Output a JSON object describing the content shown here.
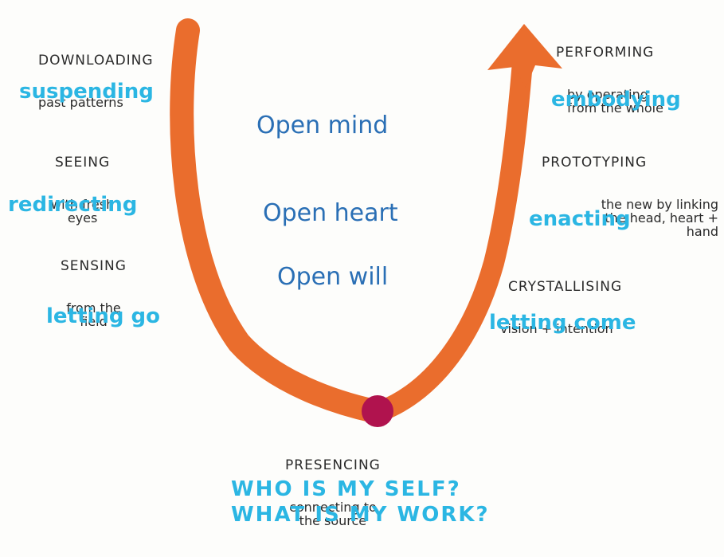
{
  "colors": {
    "arrow": "#ea6d2d",
    "node": "#b0134e",
    "black_text": "#2a2a2a",
    "cyan_text": "#2bb6e3",
    "blue_text": "#2a6fb5",
    "background": "#fdfdfb"
  },
  "left": {
    "downloading": {
      "title": "DOWNLOADING",
      "sub": "past patterns"
    },
    "suspending": "suspending",
    "seeing": {
      "title": "SEEING",
      "sub": "with fresh\neyes"
    },
    "redirecting": "redirecting",
    "sensing": {
      "title": "SENSING",
      "sub": "from the\nfield"
    },
    "letting_go": "letting go"
  },
  "center": {
    "open_mind": "Open mind",
    "open_heart": "Open heart",
    "open_will": "Open will"
  },
  "right": {
    "performing": {
      "title": "PERFORMING",
      "sub": "by operating\nfrom the whole"
    },
    "embodying": "embodying",
    "prototyping": {
      "title": "PROTOTYPING",
      "sub": "the new by linking\nthe head, heart +\nhand"
    },
    "enacting": "enacting",
    "crystallising": {
      "title": "CRYSTALLISING",
      "sub": "vision + intention"
    },
    "letting_come": "letting come"
  },
  "bottom": {
    "presencing": {
      "title": "PRESENCING",
      "sub": "connecting to\nthe source"
    },
    "question1": "WHO IS MY SELF?",
    "question2": "WHAT IS MY WORK?"
  }
}
